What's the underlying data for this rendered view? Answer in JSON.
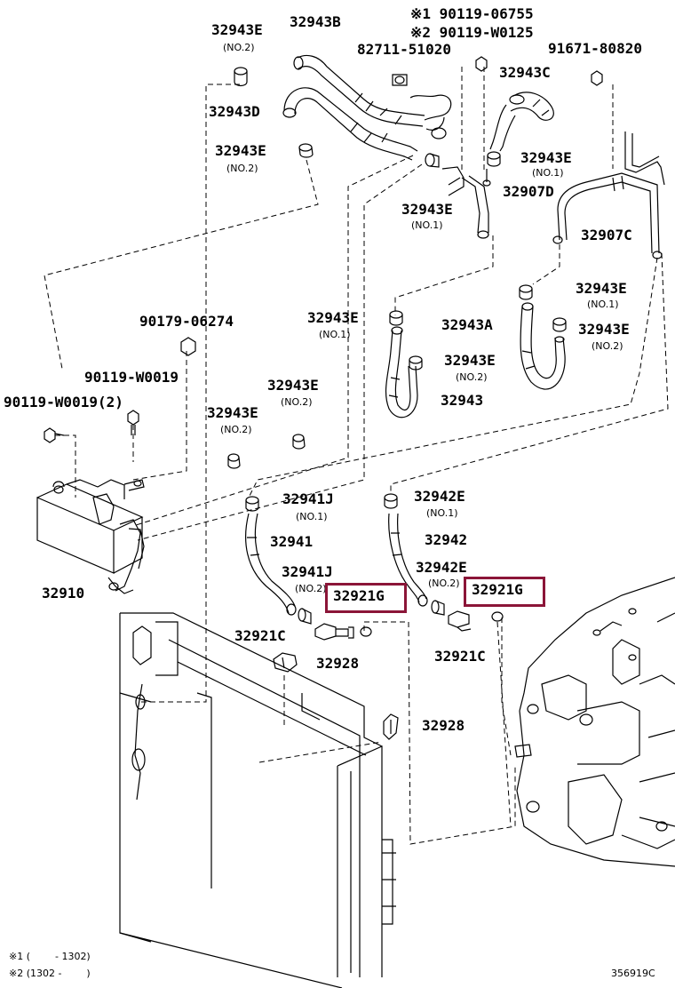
{
  "labels": {
    "p32943B": "32943B",
    "p32943E_top": "32943E",
    "no2_top": "(NO.2)",
    "note1_part": "※1 90119-06755",
    "note2_part": "※2 90119-W0125",
    "p82711": "82711-51020",
    "p91671": "91671-80820",
    "p32943C": "32943C",
    "p32943D": "32943D",
    "p32943E_left2": "32943E",
    "no2_left2": "(NO.2)",
    "p32943E_mid1": "32943E",
    "no1_mid1": "(NO.1)",
    "p32907D": "32907D",
    "p32943E_clip": "32943E",
    "no1_clip": "(NO.1)",
    "p32907C": "32907C",
    "p32943E_r1": "32943E",
    "no1_r1": "(NO.1)",
    "p32943E_l3": "32943E",
    "no1_l3": "(NO.1)",
    "p32943A": "32943A",
    "p32943E_r2": "32943E",
    "no2_r2": "(NO.2)",
    "p90179": "90179-06274",
    "p32943E_c": "32943E",
    "no2_c": "(NO.2)",
    "p32943": "32943",
    "p90119W0019": "90119-W0019",
    "p32943E_d": "32943E",
    "no2_d": "(NO.2)",
    "p90119W0019_2": "90119-W0019(2)",
    "p32943E_e": "32943E",
    "no2_e": "(NO.2)",
    "p32941J_a": "32941J",
    "no1_41a": "(NO.1)",
    "p32942E_a": "32942E",
    "no1_42a": "(NO.1)",
    "p32941": "32941",
    "p32942": "32942",
    "p32910": "32910",
    "p32941J_b": "32941J",
    "no2_41b": "(NO.2)",
    "p32942E_b": "32942E",
    "no2_42b": "(NO.2)",
    "p32921G_a": "32921G",
    "p32921G_b": "32921G",
    "p32921C_a": "32921C",
    "p32921C_b": "32921C",
    "p32928_a": "32928",
    "p32928_b": "32928"
  },
  "footnotes": {
    "note1": "※1 (        - 1302)",
    "note2": "※2 (1302 -        )"
  },
  "diagram_id": "356919C",
  "colors": {
    "ink": "#000000",
    "highlight": "#8b1538"
  }
}
